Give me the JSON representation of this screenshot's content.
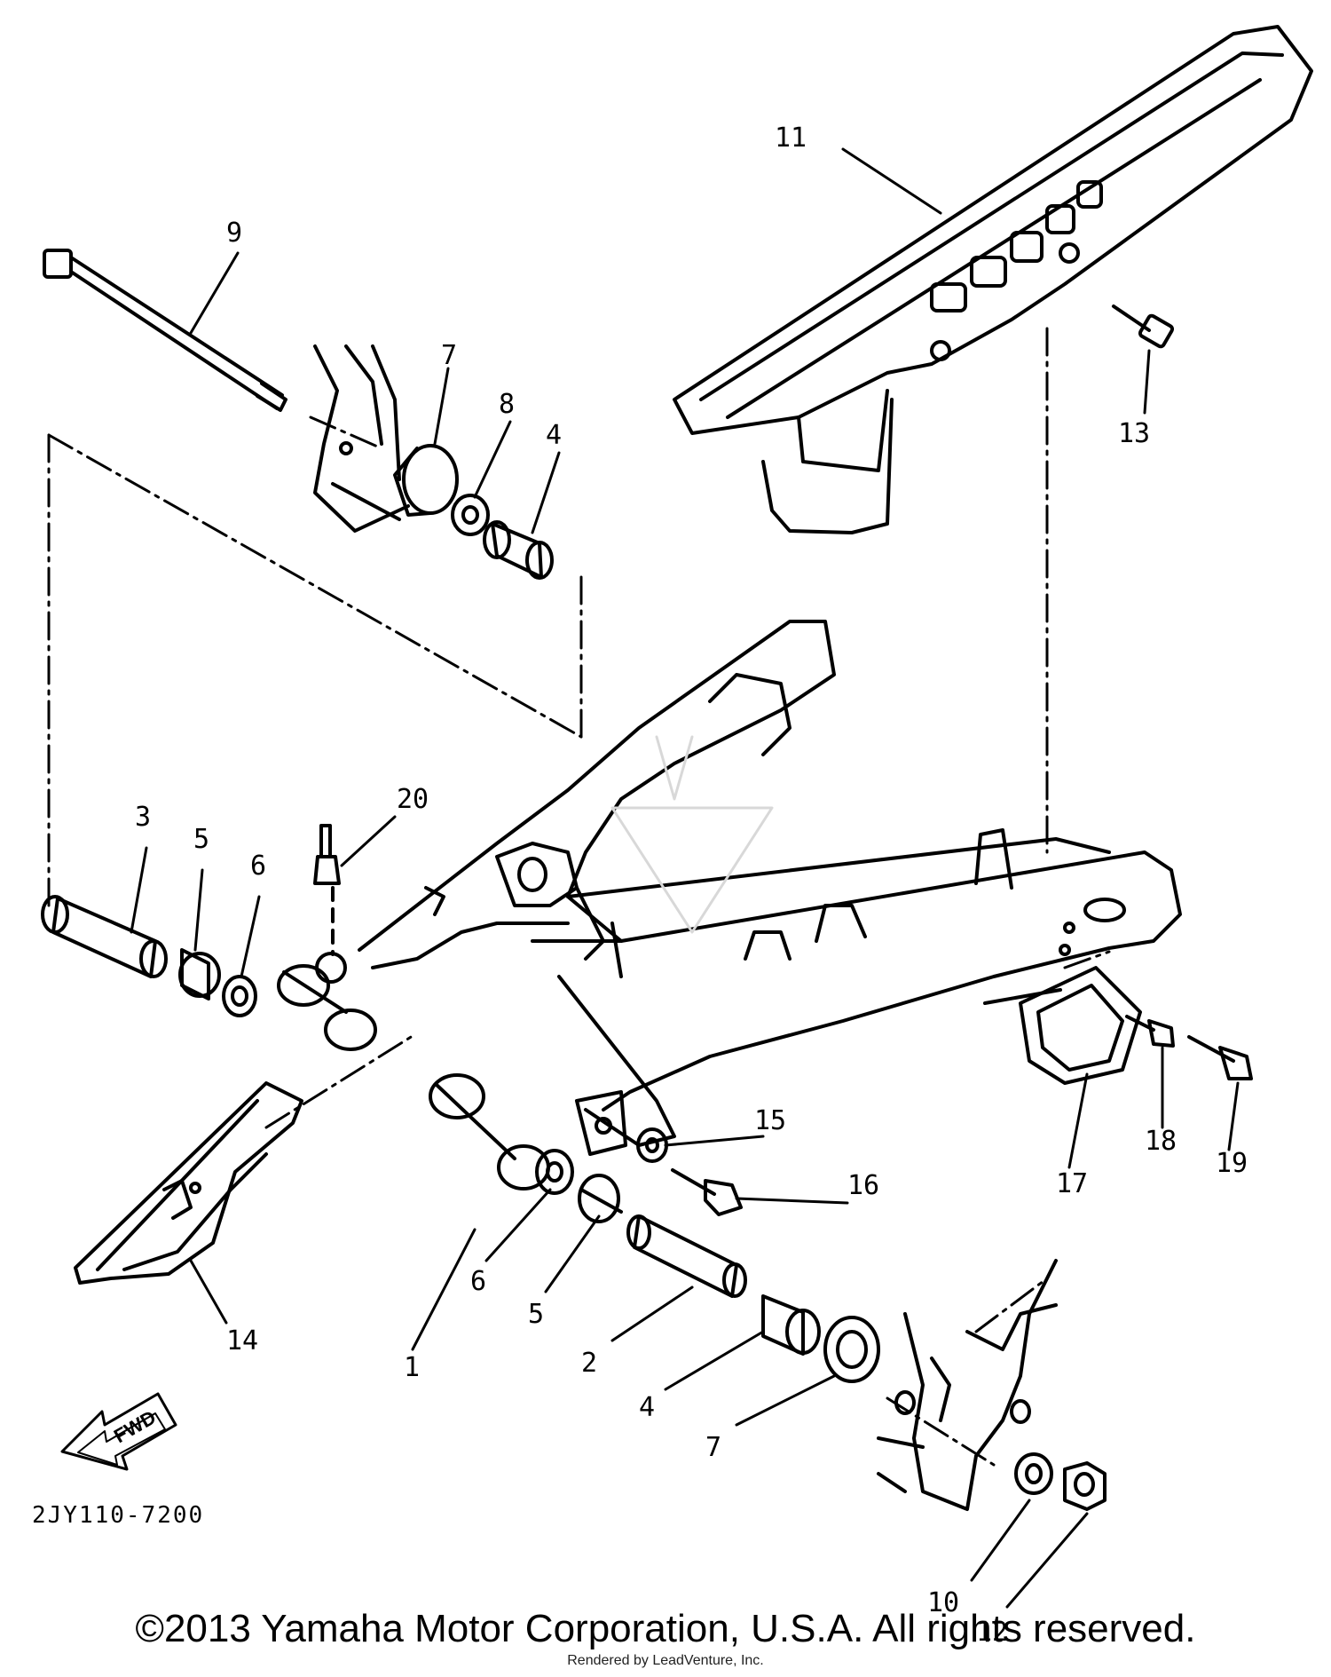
{
  "diagram": {
    "code": "2JY110-7200",
    "direction_label": "FWD",
    "callouts": [
      {
        "id": "c1",
        "label": "1"
      },
      {
        "id": "c2",
        "label": "2"
      },
      {
        "id": "c3",
        "label": "3"
      },
      {
        "id": "c4a",
        "label": "4"
      },
      {
        "id": "c4b",
        "label": "4"
      },
      {
        "id": "c5a",
        "label": "5"
      },
      {
        "id": "c5b",
        "label": "5"
      },
      {
        "id": "c6a",
        "label": "6"
      },
      {
        "id": "c6b",
        "label": "6"
      },
      {
        "id": "c7a",
        "label": "7"
      },
      {
        "id": "c7b",
        "label": "7"
      },
      {
        "id": "c8",
        "label": "8"
      },
      {
        "id": "c9",
        "label": "9"
      },
      {
        "id": "c10",
        "label": "10"
      },
      {
        "id": "c11",
        "label": "11"
      },
      {
        "id": "c12",
        "label": "12"
      },
      {
        "id": "c13",
        "label": "13"
      },
      {
        "id": "c14",
        "label": "14"
      },
      {
        "id": "c15",
        "label": "15"
      },
      {
        "id": "c16",
        "label": "16"
      },
      {
        "id": "c17",
        "label": "17"
      },
      {
        "id": "c18",
        "label": "18"
      },
      {
        "id": "c19",
        "label": "19"
      },
      {
        "id": "c20",
        "label": "20"
      }
    ]
  },
  "footer": {
    "copyright": "©2013 Yamaha Motor Corporation, U.S.A. All rights reserved.",
    "rendered_by": "Rendered by LeadVenture, Inc."
  }
}
